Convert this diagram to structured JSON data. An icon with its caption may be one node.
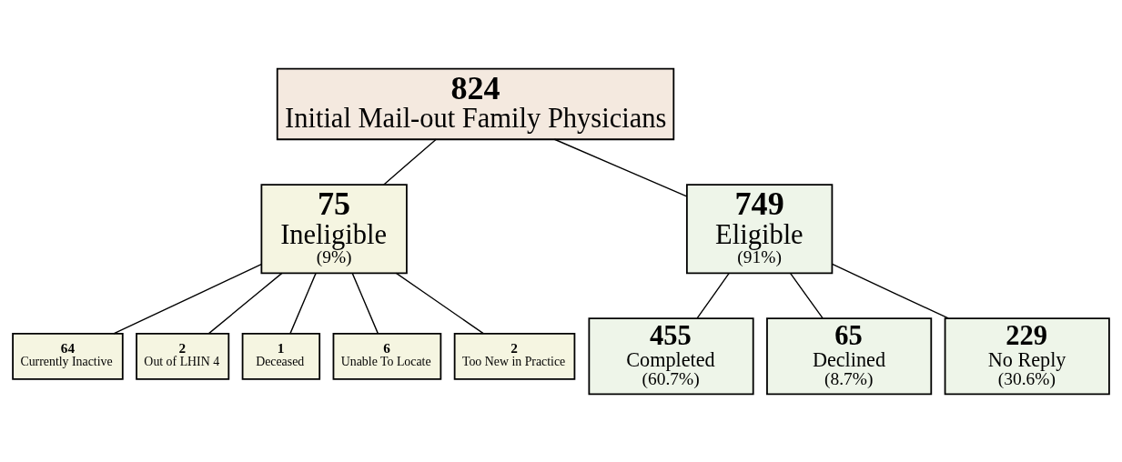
{
  "diagram": {
    "nodes": [
      {
        "text": [
          "824",
          "Initial Mail-out Family Physicians"
        ]
      },
      {
        "text": [
          "75",
          "Ineligible",
          "(9%)"
        ]
      },
      {
        "text": [
          "749",
          "Eligible",
          "(91%)"
        ]
      },
      {
        "text": [
          "64",
          "Currently Inactive"
        ]
      },
      {
        "text": [
          "2",
          "Out of LHIN 4"
        ]
      },
      {
        "text": [
          "1",
          "Deceased"
        ]
      },
      {
        "text": [
          "6",
          "Unable To Locate"
        ]
      },
      {
        "text": [
          "2",
          "Too New in Practice"
        ]
      },
      {
        "text": [
          "455",
          "Completed",
          "(60.7%)"
        ]
      },
      {
        "text": [
          "65",
          "Declined",
          "(8.7%)"
        ]
      },
      {
        "text": [
          "229",
          "No Reply",
          "(30.6%)"
        ]
      }
    ],
    "edges": [
      {
        "from": 0,
        "to": 1,
        "arrow": "none"
      },
      {
        "from": 0,
        "to": 2,
        "arrow": "none"
      },
      {
        "from": 1,
        "to": 3,
        "arrow": "none"
      },
      {
        "from": 1,
        "to": 4,
        "arrow": "none"
      },
      {
        "from": 1,
        "to": 5,
        "arrow": "none"
      },
      {
        "from": 1,
        "to": 6,
        "arrow": "none"
      },
      {
        "from": 1,
        "to": 7,
        "arrow": "none"
      },
      {
        "from": 2,
        "to": 8,
        "arrow": "none"
      },
      {
        "from": 2,
        "to": 9,
        "arrow": "none"
      },
      {
        "from": 2,
        "to": 10,
        "arrow": "none"
      }
    ]
  }
}
